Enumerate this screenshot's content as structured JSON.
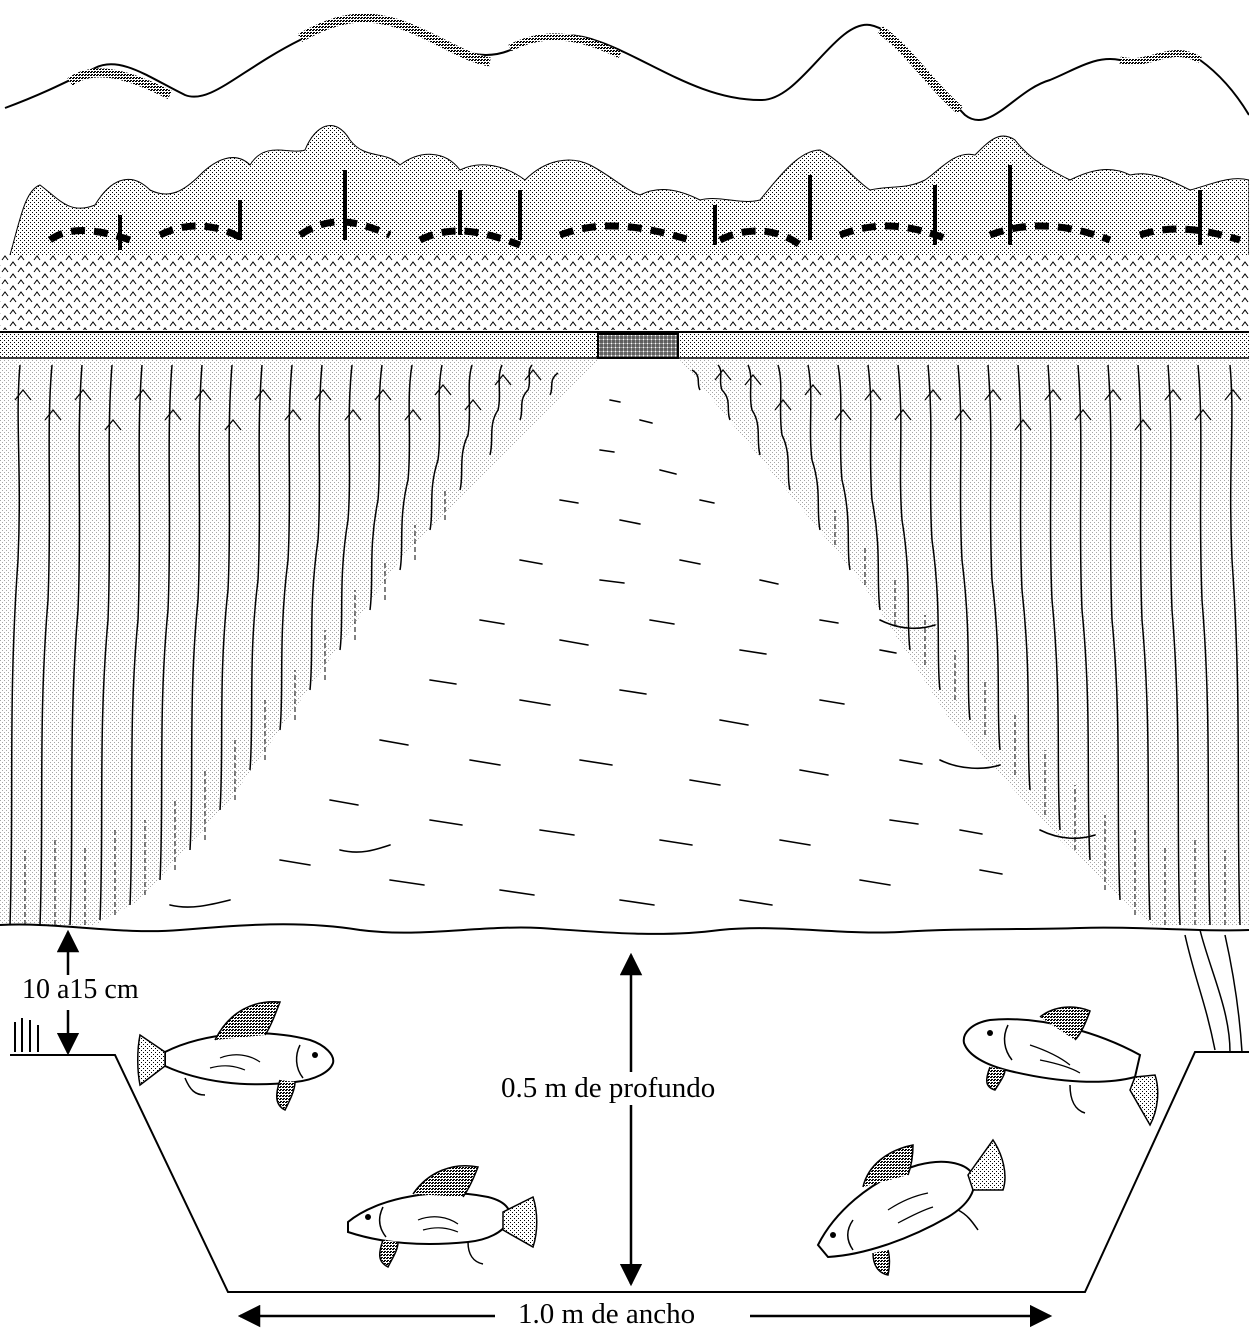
{
  "diagram": {
    "labels": {
      "height": "10 a15 cm",
      "depth": "0.5 m de profundo",
      "width": "1.0 m  de ancho"
    },
    "colors": {
      "ink": "#000000",
      "paper": "#ffffff"
    }
  }
}
